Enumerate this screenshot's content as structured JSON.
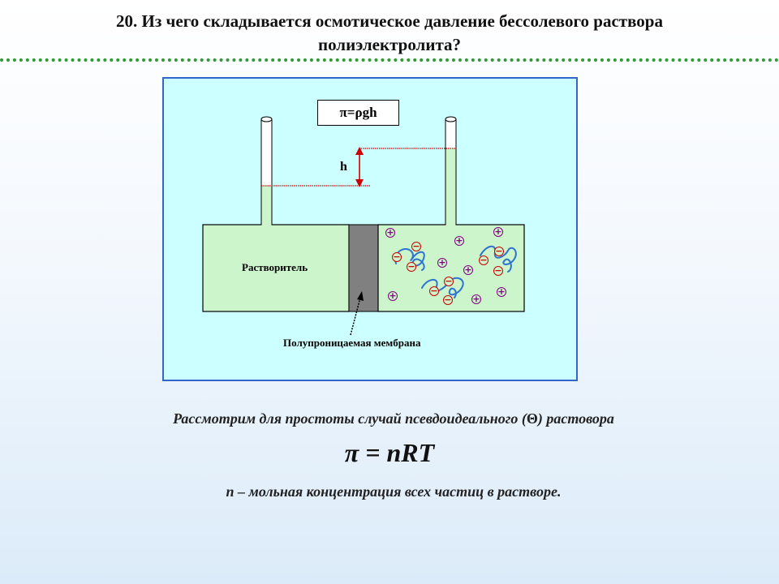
{
  "title": {
    "line1": "20. Из чего складывается осмотическое давление бессолевого раствора",
    "line2": "полиэлектролита?"
  },
  "diagram": {
    "formula": "π=ρgh",
    "height_label": "h",
    "solvent_label": "Растворитель",
    "membrane_label": "Полупроницаемая мембрана",
    "plus_symbol": "+",
    "minus_symbol": "−",
    "colors": {
      "panel_bg": "#ccffff",
      "panel_border": "#3366cc",
      "chamber_fill": "#ccf5cc",
      "membrane": "#808080",
      "level_line": "#cc0000",
      "arrow": "#cc0000",
      "plus_ion": "#800080",
      "minus_ion": "#cc0000",
      "polymer_chain": "#2f74d0"
    }
  },
  "caption": {
    "before": "Рассмотрим для простоты случай псевдоидеального (",
    "theta": "Θ",
    "after": ") растовора"
  },
  "equation": "π = nRT",
  "note": "n – мольная концентрация всех частиц в растворе."
}
